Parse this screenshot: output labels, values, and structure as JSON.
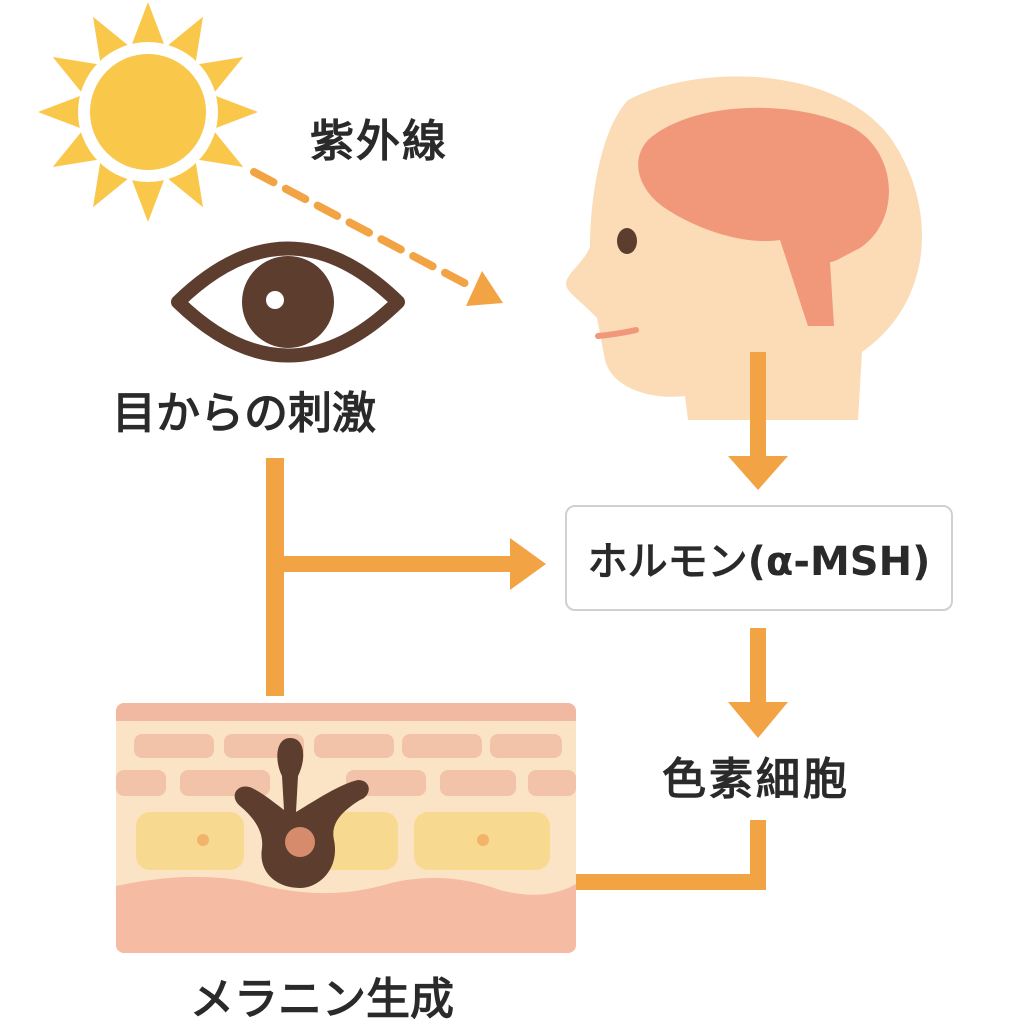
{
  "labels": {
    "uv": "紫外線",
    "eye_stimulus": "目からの刺激",
    "hormone": "ホルモン(α-MSH)",
    "pigment_cell": "色素細胞",
    "melanin_production": "メラニン生成"
  },
  "colors": {
    "arrow": "#f2a444",
    "sun": "#f9c84a",
    "head": "#fbdcb7",
    "brain": "#f1987b",
    "eye": "#5c3d2e",
    "skin_top": "#fbe4c6",
    "skin_bottom": "#f6bba3",
    "melanocyte": "#5c3d2e"
  },
  "icons": [
    "sun-icon",
    "eye-icon",
    "head-brain-icon",
    "skin-layer-icon",
    "melanocyte-icon"
  ]
}
